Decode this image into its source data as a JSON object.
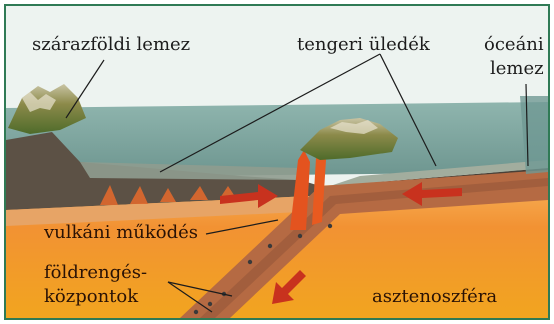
{
  "labels": {
    "continental_plate": "szárazföldi lemez",
    "marine_sediment": "tengeri üledék",
    "oceanic_plate_line1": "óceáni",
    "oceanic_plate_line2": "lemez",
    "volcanic_activity": "vulkáni működés",
    "earthquake_line1": "földrengés-",
    "earthquake_line2": "központok",
    "asthenosphere": "asztenoszféra"
  },
  "colors": {
    "sky": "#eef4f1",
    "frame": "#2f7a55",
    "sea": "#7fa8a3",
    "ocean_floor": "#9ea79a",
    "crust": "#5a4f43",
    "mantle_top": "#f59a3a",
    "mantle_bottom": "#f0a020",
    "magma": "#e5501e",
    "arrow": "#c8321e"
  }
}
